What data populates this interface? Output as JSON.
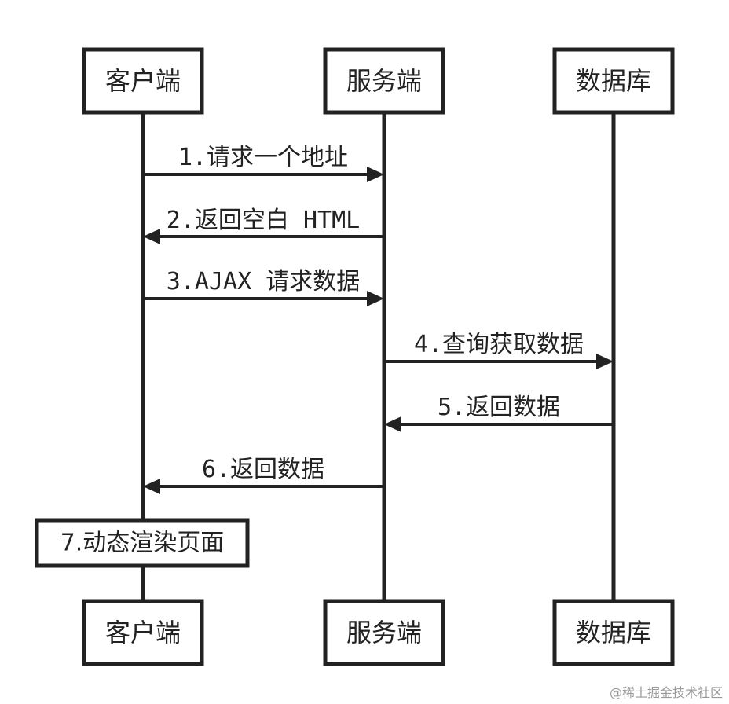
{
  "participants": {
    "client": "客户端",
    "server": "服务端",
    "database": "数据库"
  },
  "messages": [
    {
      "label": "1.请求一个地址",
      "from": "client",
      "to": "server"
    },
    {
      "label": "2.返回空白 HTML",
      "from": "server",
      "to": "client"
    },
    {
      "label": "3.AJAX 请求数据",
      "from": "client",
      "to": "server"
    },
    {
      "label": "4.查询获取数据",
      "from": "server",
      "to": "database"
    },
    {
      "label": "5.返回数据",
      "from": "database",
      "to": "server"
    },
    {
      "label": "6.返回数据",
      "from": "server",
      "to": "client"
    }
  ],
  "note": {
    "label": "7.动态渲染页面",
    "on": "client"
  },
  "watermark": "@稀土掘金技术社区"
}
